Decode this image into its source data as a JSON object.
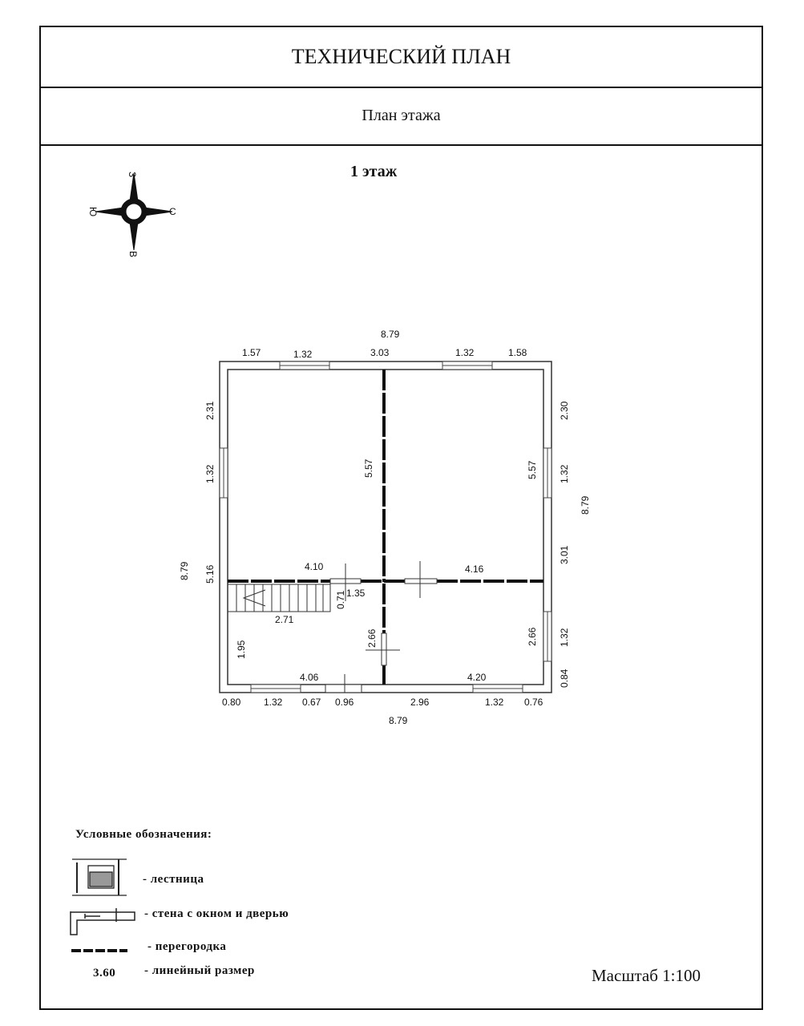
{
  "header": {
    "title": "ТЕХНИЧЕСКИЙ ПЛАН",
    "subtitle": "План этажа"
  },
  "floor_label": "1 этаж",
  "compass": {
    "north": "С",
    "south": "Ю",
    "east": "В",
    "west": "З"
  },
  "dimensions": {
    "top_total": "8.79",
    "top_1": "1.57",
    "top_2": "1.32",
    "top_3": "3.03",
    "top_4": "1.32",
    "top_5": "1.58",
    "bottom_total": "8.79",
    "bottom_1": "0.80",
    "bottom_2": "1.32",
    "bottom_3": "0.67",
    "bottom_4": "0.96",
    "bottom_5": "2.96",
    "bottom_6": "1.32",
    "bottom_7": "0.76",
    "left_total": "8.79",
    "left_1": "2.31",
    "left_2": "1.32",
    "left_3": "5.16",
    "right_total": "8.79",
    "right_1": "2.30",
    "right_2": "1.32",
    "right_3": "3.01",
    "right_4": "1.32",
    "right_5": "0.84",
    "room1_width": "4.10",
    "room1_height": "5.57",
    "room2_width": "4.16",
    "room2_height": "5.57",
    "hall_width": "1.35",
    "stair_height": "0.71",
    "stair_length": "2.71",
    "room3_height": "1.95",
    "room3_width": "4.06",
    "room3_partition": "2.66",
    "room4_height": "2.66",
    "room4_width": "4.20"
  },
  "legend": {
    "title": "Условные обозначения:",
    "items": [
      "- лестница",
      "- стена с окном и дверью",
      "-  перегородка",
      "- линейный размер"
    ],
    "dimension_sample": "3.60"
  },
  "scale": "Масштаб 1:100"
}
